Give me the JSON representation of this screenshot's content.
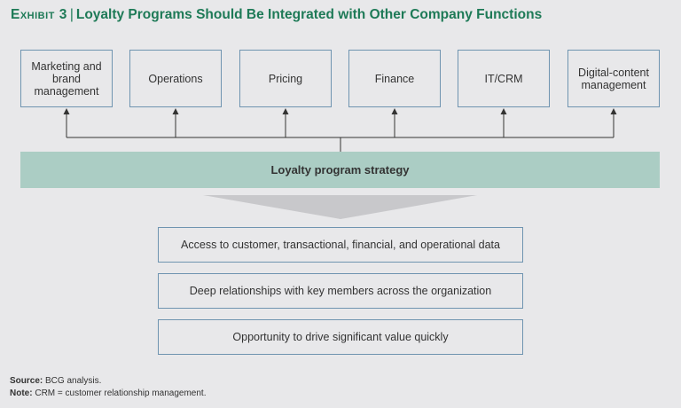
{
  "title": {
    "exhibit": "Exhibit 3",
    "separator": "|",
    "text": "Loyalty Programs Should Be Integrated with Other Company Functions"
  },
  "functions": [
    "Marketing and brand management",
    "Operations",
    "Pricing",
    "Finance",
    "IT/CRM",
    "Digital-content management"
  ],
  "strategy": "Loyalty program strategy",
  "outcomes": [
    "Access to customer, transactional, financial, and operational data",
    "Deep relationships with key members across the organization",
    "Opportunity to drive significant value quickly"
  ],
  "footer": {
    "source_label": "Source:",
    "source_text": " BCG analysis.",
    "note_label": "Note:",
    "note_text": " CRM = customer relationship management."
  },
  "colors": {
    "title": "#1e7a57",
    "band": "#abcdc4",
    "box_border": "#6f94b0",
    "background": "#e8e8ea"
  }
}
